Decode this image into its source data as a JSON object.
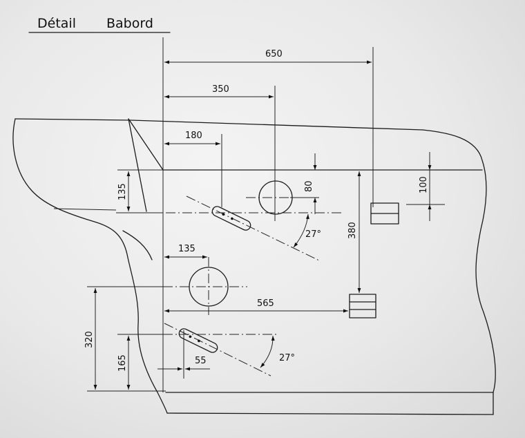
{
  "title_words": [
    "Détail",
    "Babord"
  ],
  "dimensions": {
    "d650": "650",
    "d350": "350",
    "d180": "180",
    "d135_left": "135",
    "d80": "80",
    "d100": "100",
    "d380": "380",
    "d135_mid": "135",
    "d565": "565",
    "d320": "320",
    "d165": "165",
    "d55": "55"
  },
  "angles": {
    "upper": "27°",
    "lower": "27°"
  }
}
